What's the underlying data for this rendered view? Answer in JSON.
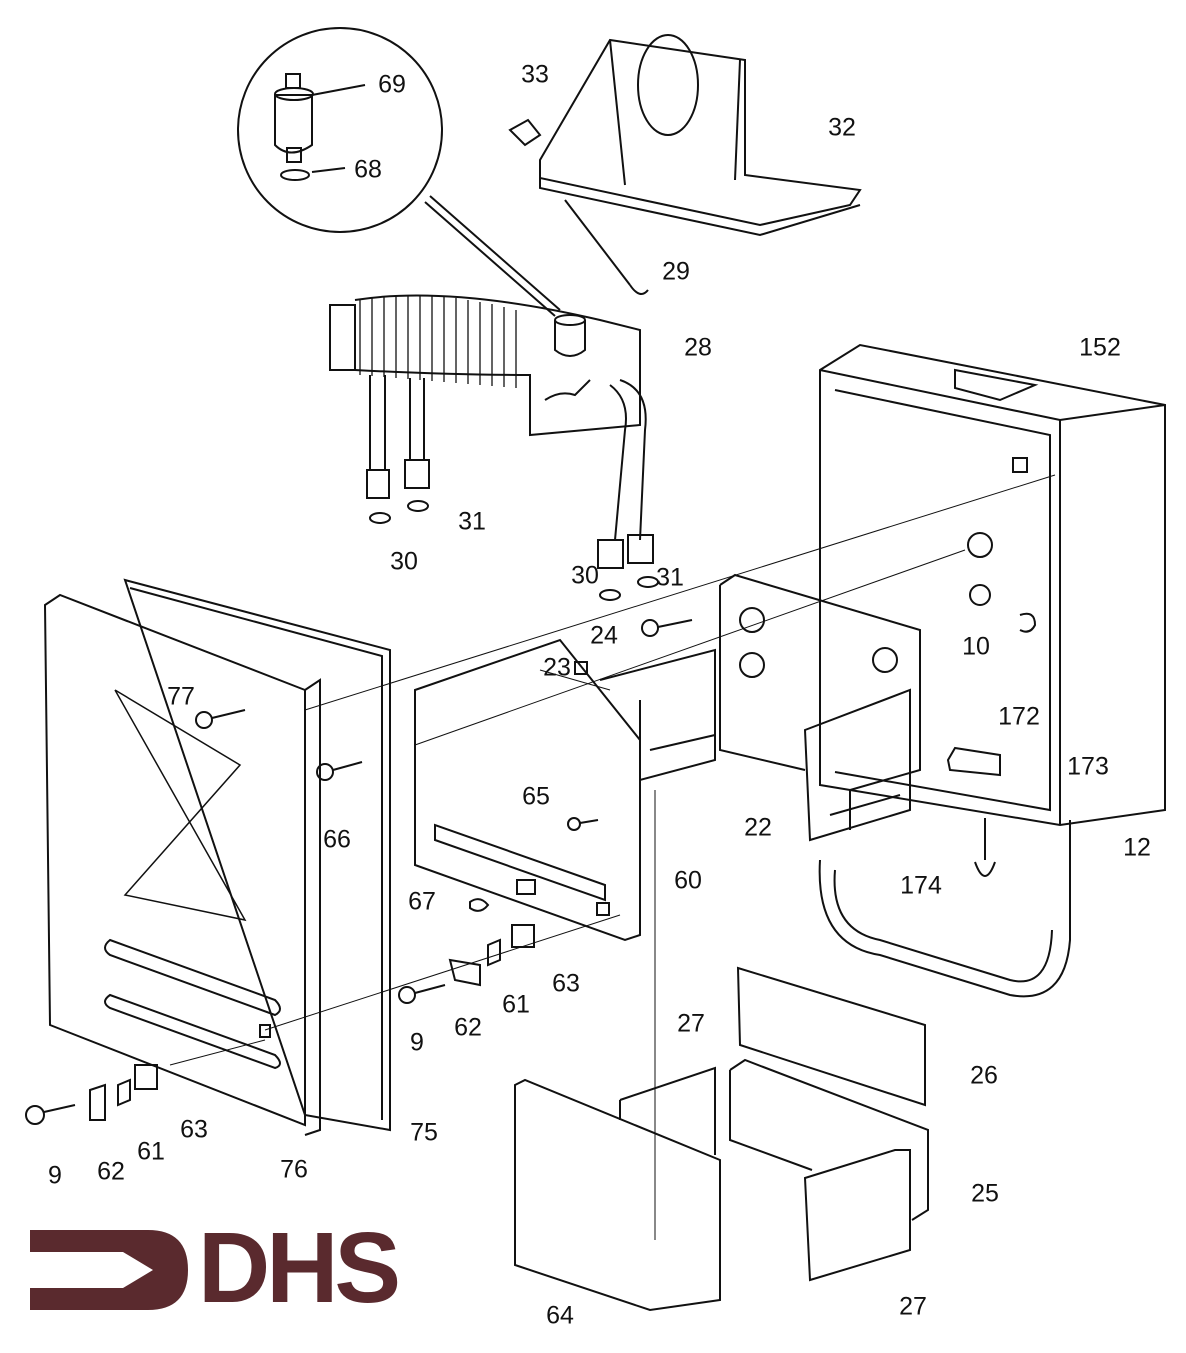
{
  "diagram": {
    "title": "Exploded parts diagram",
    "part_labels": {
      "p69": "69",
      "p68": "68",
      "p33": "33",
      "p32": "32",
      "p29": "29",
      "p28": "28",
      "p152": "152",
      "p31a": "31",
      "p30a": "30",
      "p30b": "30",
      "p31b": "31",
      "p24": "24",
      "p10": "10",
      "p23": "23",
      "p77": "77",
      "p172": "172",
      "p173": "173",
      "p65": "65",
      "p66": "66",
      "p22": "22",
      "p12": "12",
      "p60": "60",
      "p174": "174",
      "p67": "67",
      "p63a": "63",
      "p62a": "62",
      "p61a": "61",
      "p9a": "9",
      "p27a": "27",
      "p26": "26",
      "p63b": "63",
      "p75": "75",
      "p25": "25",
      "p9b": "9",
      "p62b": "62",
      "p61b": "61",
      "p76": "76",
      "p27b": "27",
      "p64": "64"
    }
  },
  "logo": {
    "text": "DHS",
    "color": "#5a2a2e"
  }
}
